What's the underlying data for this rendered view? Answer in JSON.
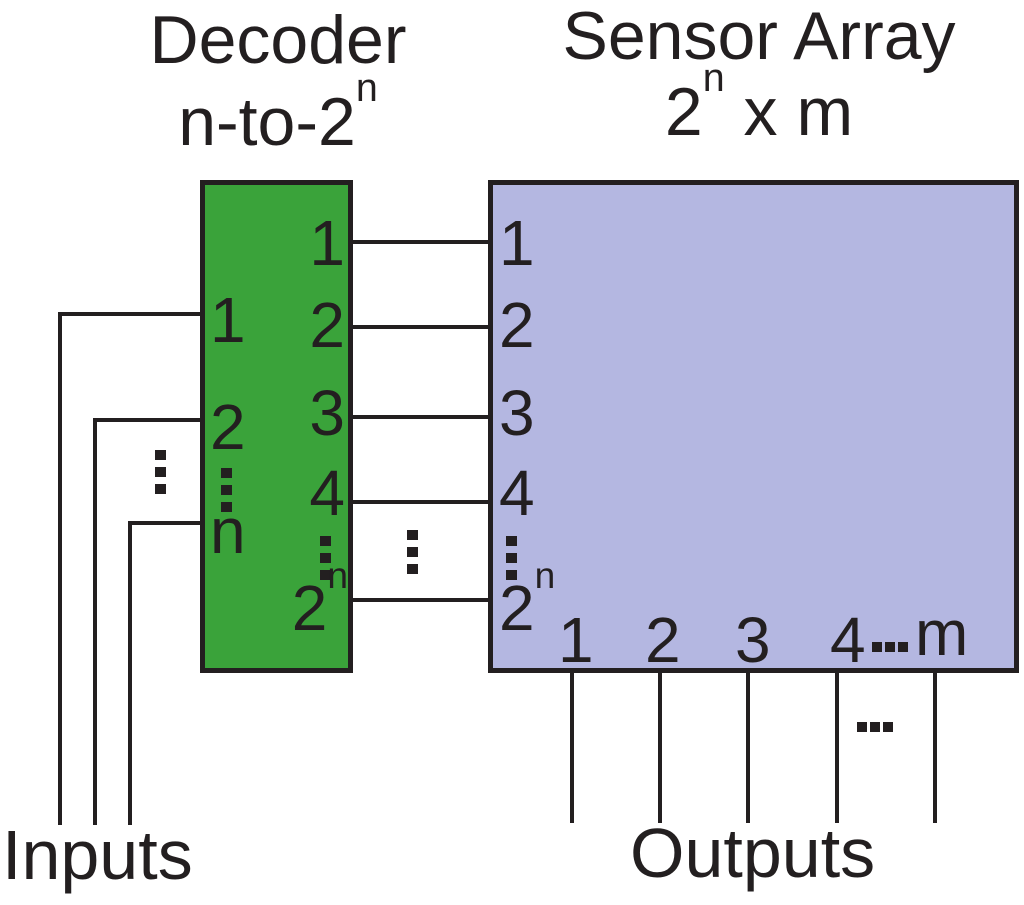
{
  "titles": {
    "decoder": {
      "line1": "Decoder",
      "line2_base": "n-to-2",
      "line2_sup": "n"
    },
    "sensor_array": {
      "line1": "Sensor Array",
      "line2_base": "2",
      "line2_sup": "n",
      "line2_rest": " x m"
    }
  },
  "decoder": {
    "left_pins": [
      "1",
      "2"
    ],
    "left_last_pin": "n",
    "right_pins": [
      "1",
      "2",
      "3",
      "4"
    ],
    "right_last_pin": {
      "base": "2",
      "sup": "n"
    }
  },
  "sensor_array": {
    "row_labels": [
      "1",
      "2",
      "3",
      "4"
    ],
    "last_row_label": {
      "base": "2",
      "sup": "n"
    },
    "col_labels": [
      "1",
      "2",
      "3",
      "4"
    ],
    "last_col_label": "m"
  },
  "io": {
    "inputs_label": "Inputs",
    "outputs_label": "Outputs"
  },
  "icons": {
    "vertical_ellipsis": "vertical-ellipsis-icon",
    "horizontal_ellipsis": "horizontal-ellipsis-icon"
  },
  "colors": {
    "decoder_fill": "#3aa33a",
    "array_fill": "#b4b7e1",
    "line": "#231f20",
    "background": "#ffffff"
  }
}
